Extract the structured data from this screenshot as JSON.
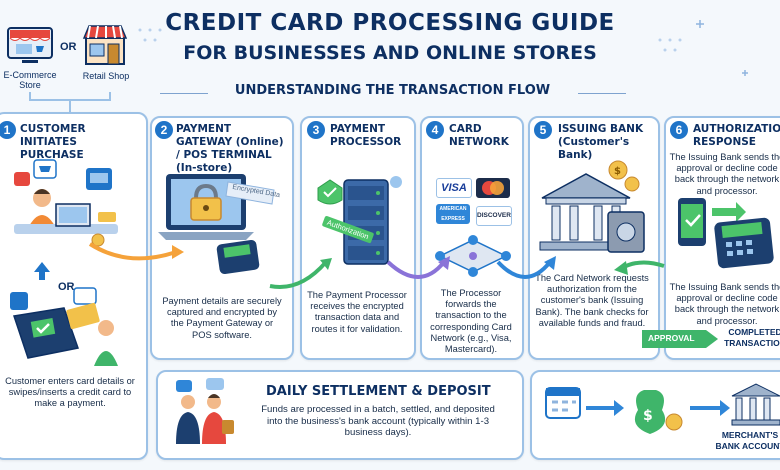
{
  "header": {
    "title_line1": "CREDIT CARD PROCESSING GUIDE",
    "title_line2": "FOR BUSINESSES AND ONLINE STORES",
    "subtitle": "UNDERSTANDING THE TRANSACTION FLOW"
  },
  "store_types": {
    "ecommerce": "E-Commerce Store",
    "or": "OR",
    "retail": "Retail Shop"
  },
  "steps": [
    {
      "number": "1",
      "title": "CUSTOMER INITIATES PURCHASE",
      "description": "Customer enters card details or swipes/inserts a credit card to make a payment.",
      "or": "OR"
    },
    {
      "number": "2",
      "title": "PAYMENT GATEWAY (Online) / POS TERMINAL (In-store)",
      "screen_label": "Encrypted Data",
      "description": "Payment details are securely captured and encrypted by the Payment Gateway or POS software."
    },
    {
      "number": "3",
      "title": "PAYMENT PROCESSOR",
      "tag": "Authorization",
      "description": "The Payment Processor receives the encrypted transaction data and routes it for validation."
    },
    {
      "number": "4",
      "title": "CARD NETWORK",
      "logos": [
        "VISA",
        "",
        "AMERICAN EXPRESS",
        "DISCOVER"
      ],
      "description": "The Processor forwards the transaction to the corresponding Card Network (e.g., Visa, Mastercard)."
    },
    {
      "number": "5",
      "title": "ISSUING BANK (Customer's Bank)",
      "description": "The Card Network requests authorization from the customer's bank (Issuing Bank). The bank checks for available funds and fraud."
    },
    {
      "number": "6",
      "title": "AUTHORIZATION RESPONSE",
      "description_top": "The Issuing Bank sends the approval or decline code back through the network and processor.",
      "description_bottom": "The Issuing Bank sends the approval or decline code back through the network and processor.",
      "approval_tag": "APPROVAL",
      "completed": "COMPLETED TRANSACTION"
    }
  ],
  "settlement": {
    "title": "DAILY SETTLEMENT & DEPOSIT",
    "description": "Funds are processed in a batch, settled, and deposited into the business's bank account (typically within 1-3 business days).",
    "bank_label": "MERCHANT'S BANK ACCOUNT"
  },
  "colors": {
    "navy": "#0d2f62",
    "accent_blue": "#1f74c8",
    "border": "#9cc1e6",
    "approval_green": "#2e9d4b",
    "arrow_orange": "#f5a23a",
    "arrow_green": "#3fb56a",
    "arrow_purple": "#8a73d8",
    "arrow_blue": "#2f86d8"
  }
}
